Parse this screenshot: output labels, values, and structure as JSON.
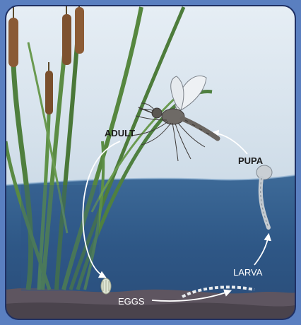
{
  "diagram": {
    "stages": [
      {
        "id": "adult",
        "label": "ADULT"
      },
      {
        "id": "pupa",
        "label": "PUPA"
      },
      {
        "id": "larva",
        "label": "LARVA"
      },
      {
        "id": "eggs",
        "label": "EGGS"
      }
    ],
    "colors": {
      "frame": "#5a7fc0",
      "sky": "#dfe9f1",
      "water": "#2f5a8a",
      "ground": "#6a5a5a",
      "reeds": "#4f7f3e",
      "cattail": "#8a5a35",
      "arrow": "#ffffff"
    }
  }
}
